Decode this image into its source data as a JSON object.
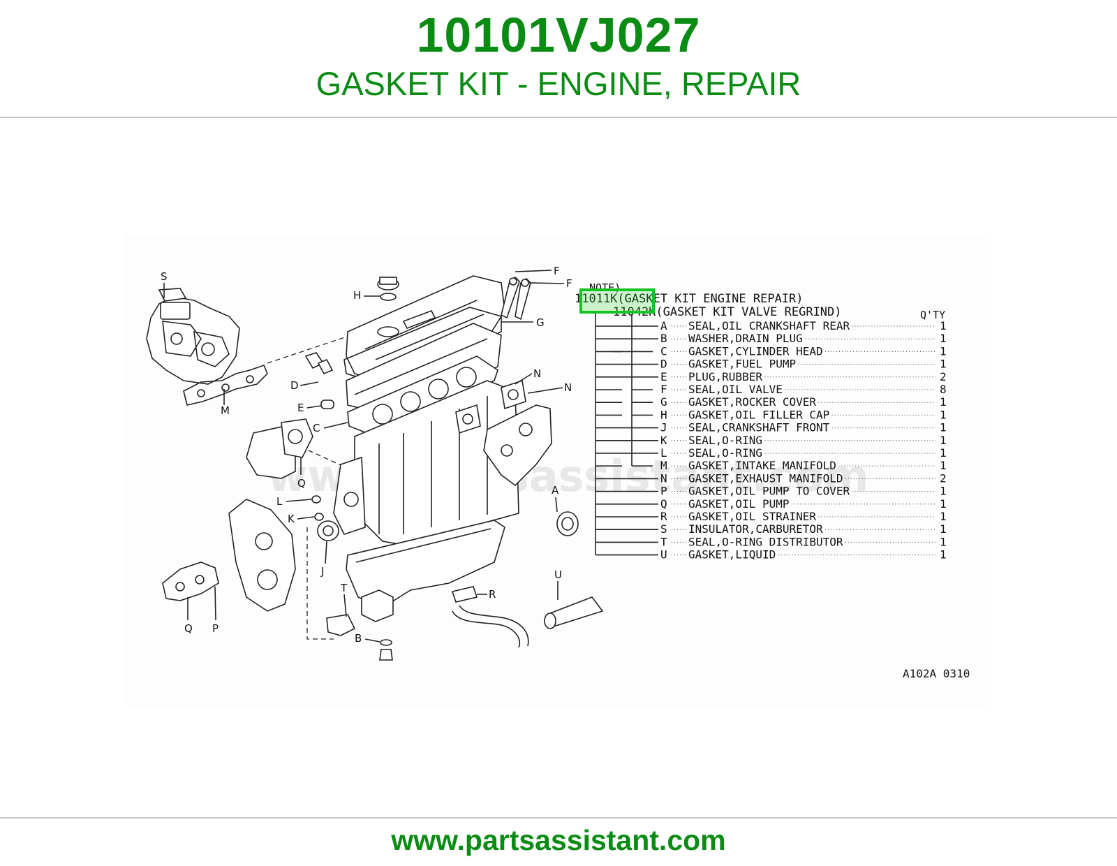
{
  "header": {
    "part_number": "10101VJ027",
    "description": "GASKET KIT - ENGINE, REPAIR"
  },
  "footer": {
    "url": "www.partsassistant.com"
  },
  "colors": {
    "brand": "#0a8c14",
    "highlight": "#17c223",
    "rule": "#c8c8c8"
  },
  "diagram": {
    "watermark": "www.partsassistant.com",
    "note_label": "NOTE)",
    "kit_lines": [
      "11011K(GASKET KIT ENGINE REPAIR)",
      "11042K(GASKET KIT VALVE REGRIND)"
    ],
    "qty_header": "Q'TY",
    "code": "A102A 0310",
    "parts": [
      {
        "letter": "A",
        "name": "SEAL,OIL CRANKSHAFT REAR",
        "qty": "1"
      },
      {
        "letter": "B",
        "name": "WASHER,DRAIN PLUG",
        "qty": "1"
      },
      {
        "letter": "C",
        "name": "GASKET,CYLINDER HEAD",
        "qty": "1"
      },
      {
        "letter": "D",
        "name": "GASKET,FUEL PUMP",
        "qty": "1"
      },
      {
        "letter": "E",
        "name": "PLUG,RUBBER",
        "qty": "2"
      },
      {
        "letter": "F",
        "name": "SEAL,OIL VALVE",
        "qty": "8"
      },
      {
        "letter": "G",
        "name": "GASKET,ROCKER COVER",
        "qty": "1"
      },
      {
        "letter": "H",
        "name": "GASKET,OIL FILLER CAP",
        "qty": "1"
      },
      {
        "letter": "J",
        "name": "SEAL,CRANKSHAFT FRONT",
        "qty": "1"
      },
      {
        "letter": "K",
        "name": "SEAL,O-RING",
        "qty": "1"
      },
      {
        "letter": "L",
        "name": "SEAL,O-RING",
        "qty": "1"
      },
      {
        "letter": "M",
        "name": "GASKET,INTAKE MANIFOLD",
        "qty": "1"
      },
      {
        "letter": "N",
        "name": "GASKET,EXHAUST MANIFOLD",
        "qty": "2"
      },
      {
        "letter": "P",
        "name": "GASKET,OIL PUMP TO COVER",
        "qty": "1"
      },
      {
        "letter": "Q",
        "name": "GASKET,OIL PUMP",
        "qty": "1"
      },
      {
        "letter": "R",
        "name": "GASKET,OIL STRAINER",
        "qty": "1"
      },
      {
        "letter": "S",
        "name": "INSULATOR,CARBURETOR",
        "qty": "1"
      },
      {
        "letter": "T",
        "name": "SEAL,O-RING DISTRIBUTOR",
        "qty": "1"
      },
      {
        "letter": "U",
        "name": "GASKET,LIQUID",
        "qty": "1"
      }
    ],
    "callouts": [
      "S",
      "H",
      "F",
      "F",
      "G",
      "D",
      "E",
      "M",
      "C",
      "N",
      "N",
      "Q",
      "L",
      "K",
      "A",
      "J",
      "T",
      "R",
      "U",
      "B",
      "Q",
      "P"
    ]
  }
}
